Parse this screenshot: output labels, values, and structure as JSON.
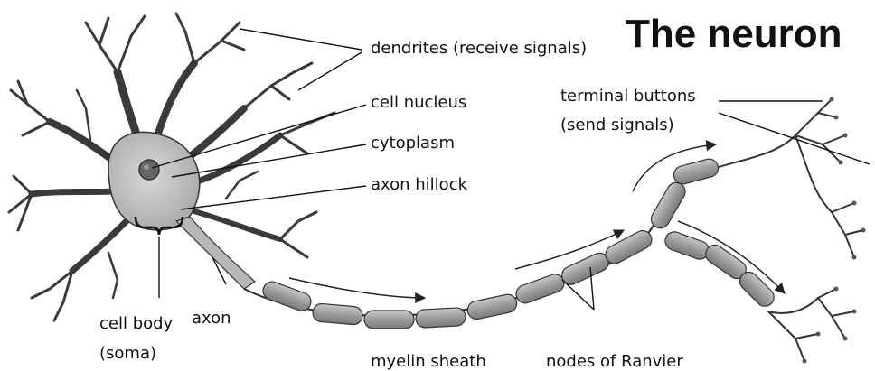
{
  "title": "The neuron",
  "labels": {
    "dendrites": "dendrites (receive signals)",
    "cell_nucleus": "cell nucleus",
    "cytoplasm": "cytoplasm",
    "axon_hillock": "axon hillock",
    "terminal_buttons_1": "terminal buttons",
    "terminal_buttons_2": "(send signals)",
    "cell_body_1": "cell body",
    "cell_body_2": "(soma)",
    "axon": "axon",
    "myelin_sheath": "myelin sheath",
    "nodes_of_ranvier": "nodes of Ranvier"
  },
  "colors": {
    "line": "#222222",
    "soma_fill": "#bdbdbd",
    "myelin_fill": "#a7a7a7",
    "nucleus_fill": "#666666"
  }
}
